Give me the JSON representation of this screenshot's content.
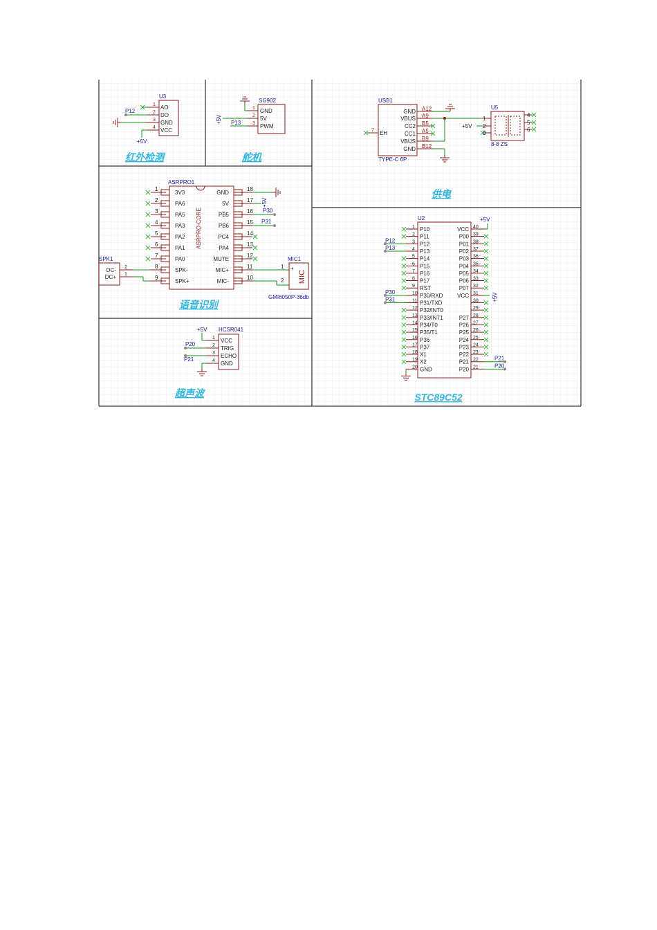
{
  "colors": {
    "grid": "#e6e6e6",
    "frame": "#333333",
    "body": "#8b1a1a",
    "pin": "#8b1a1a",
    "wire": "#0f8f0f",
    "label_blue": "#1a1aa0",
    "pin_text": "#8b1a1a",
    "title_cyan": "#31b6e0",
    "nc": "#2eb82e",
    "dot": "#c00000"
  },
  "sections": {
    "ir": "红外检测",
    "servo": "舵机",
    "power": "供电",
    "voice": "语音识别",
    "ultra": "超声波",
    "mcu": "STC89C52"
  },
  "u3": {
    "designator": "U3",
    "pins": [
      {
        "num": "1",
        "name": "AO"
      },
      {
        "num": "2",
        "name": "DO"
      },
      {
        "num": "3",
        "name": "GND"
      },
      {
        "num": "4",
        "name": "VCC"
      }
    ],
    "net_do": "P12",
    "net_vcc": "+5V"
  },
  "sg902": {
    "designator": "SG902",
    "pins": [
      {
        "num": "1",
        "name": "GND"
      },
      {
        "num": "2",
        "name": "5V"
      },
      {
        "num": "3",
        "name": "PWM"
      }
    ],
    "net_5v": "+5V",
    "net_pwm": "P13"
  },
  "usb1": {
    "designator": "USB1",
    "value": "TYPE-C 6P",
    "left_pin": {
      "num": "7",
      "name": "EH"
    },
    "pins": [
      {
        "name": "GND",
        "num": "A12"
      },
      {
        "name": "VBUS",
        "num": "A9"
      },
      {
        "name": "CC2",
        "num": "B5"
      },
      {
        "name": "CC1",
        "num": "A5"
      },
      {
        "name": "VBUS",
        "num": "B9"
      },
      {
        "name": "GND",
        "num": "B12"
      }
    ]
  },
  "u5": {
    "designator": "U5",
    "value": "8-8 ZS",
    "left_pins": [
      "1",
      "2",
      "3"
    ],
    "right_pins": [
      "4",
      "5",
      "6"
    ],
    "net": "+5V"
  },
  "asr": {
    "designator": "ASRPRO1",
    "core": "ASRPRO-CORE",
    "left": [
      {
        "num": "1",
        "name": "3V3"
      },
      {
        "num": "2",
        "name": "PA6"
      },
      {
        "num": "3",
        "name": "PA5"
      },
      {
        "num": "4",
        "name": "PA3"
      },
      {
        "num": "5",
        "name": "PA2"
      },
      {
        "num": "6",
        "name": "PA1"
      },
      {
        "num": "7",
        "name": "PA0"
      },
      {
        "num": "8",
        "name": "SPK-"
      },
      {
        "num": "9",
        "name": "SPK+"
      }
    ],
    "right": [
      {
        "num": "18",
        "name": "GND"
      },
      {
        "num": "17",
        "name": "5V"
      },
      {
        "num": "16",
        "name": "PB5"
      },
      {
        "num": "15",
        "name": "PB6"
      },
      {
        "num": "14",
        "name": "PC4"
      },
      {
        "num": "13",
        "name": "PA4"
      },
      {
        "num": "12",
        "name": "MUTE"
      },
      {
        "num": "11",
        "name": "MIC+"
      },
      {
        "num": "10",
        "name": "MIC-"
      }
    ],
    "net_5v": "+5V",
    "net_pb5": "P30",
    "net_pb6": "P31"
  },
  "spk1": {
    "designator": "SPK1",
    "pins": [
      {
        "name": "DC-",
        "num": "2"
      },
      {
        "name": "DC+",
        "num": "1"
      }
    ]
  },
  "mic1": {
    "designator": "MIC1",
    "body": "MIC",
    "value": "GMI6050P-36db",
    "pins": [
      "1",
      "2"
    ],
    "plus": "+"
  },
  "hcsr": {
    "designator": "HCSR041",
    "pins": [
      {
        "num": "1",
        "name": "VCC"
      },
      {
        "num": "2",
        "name": "TRIG"
      },
      {
        "num": "3",
        "name": "ECHO"
      },
      {
        "num": "4",
        "name": "GND"
      }
    ],
    "net_vcc": "+5V",
    "net_trig": "P20",
    "net_echo": "P21"
  },
  "u2": {
    "designator": "U2",
    "net_top": "+5V",
    "net_vcc31": "+5V",
    "left": [
      {
        "num": "1",
        "name": "P10"
      },
      {
        "num": "2",
        "name": "P11"
      },
      {
        "num": "3",
        "name": "P12"
      },
      {
        "num": "4",
        "name": "P13"
      },
      {
        "num": "5",
        "name": "P14"
      },
      {
        "num": "6",
        "name": "P15"
      },
      {
        "num": "7",
        "name": "P16"
      },
      {
        "num": "8",
        "name": "P17"
      },
      {
        "num": "9",
        "name": "RST"
      },
      {
        "num": "10",
        "name": "P30/RXD"
      },
      {
        "num": "11",
        "name": "P31/TXD"
      },
      {
        "num": "12",
        "name": "P32/INT0"
      },
      {
        "num": "13",
        "name": "P33/INT1"
      },
      {
        "num": "14",
        "name": "P34/T0"
      },
      {
        "num": "15",
        "name": "P35/T1"
      },
      {
        "num": "16",
        "name": "P36"
      },
      {
        "num": "17",
        "name": "P37"
      },
      {
        "num": "18",
        "name": "X1"
      },
      {
        "num": "19",
        "name": "X2"
      },
      {
        "num": "20",
        "name": "GND"
      }
    ],
    "right": [
      {
        "num": "40",
        "name": "VCC"
      },
      {
        "num": "39",
        "name": "P00"
      },
      {
        "num": "38",
        "name": "P01"
      },
      {
        "num": "37",
        "name": "P02"
      },
      {
        "num": "36",
        "name": "P03"
      },
      {
        "num": "35",
        "name": "P04"
      },
      {
        "num": "34",
        "name": "P05"
      },
      {
        "num": "33",
        "name": "P06"
      },
      {
        "num": "32",
        "name": "P07"
      },
      {
        "num": "31",
        "name": "VCC"
      },
      {
        "num": "30",
        "name": ""
      },
      {
        "num": "29",
        "name": ""
      },
      {
        "num": "28",
        "name": "P27"
      },
      {
        "num": "27",
        "name": "P26"
      },
      {
        "num": "26",
        "name": "P25"
      },
      {
        "num": "25",
        "name": "P24"
      },
      {
        "num": "24",
        "name": "P23"
      },
      {
        "num": "23",
        "name": "P22"
      },
      {
        "num": "22",
        "name": "P21"
      },
      {
        "num": "21",
        "name": "P20"
      }
    ],
    "left_nets": {
      "3": "P12",
      "4": "P13",
      "10": "P30",
      "11": "P31"
    },
    "right_nets": {
      "22": "P21",
      "21": "P20"
    }
  }
}
